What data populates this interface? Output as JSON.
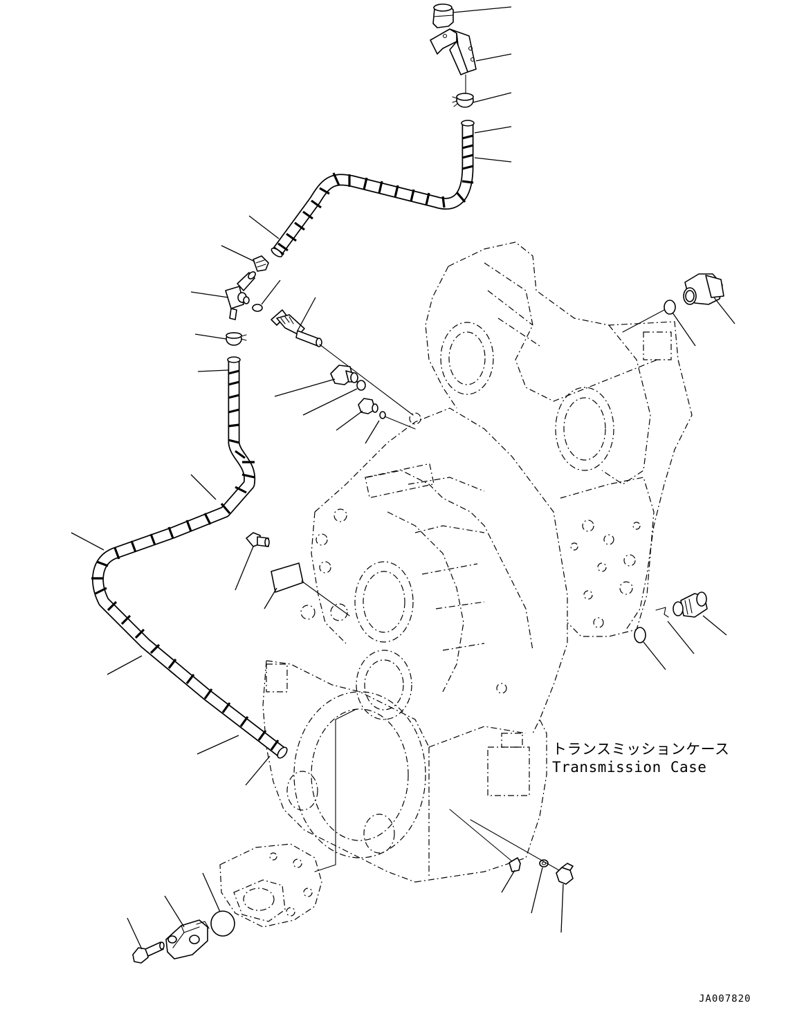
{
  "labels": {
    "case_jp": "トランスミッションケース",
    "case_en": "Transmission Case",
    "drawing_code": "JA007820"
  },
  "colors": {
    "line": "#000000",
    "background": "#ffffff"
  }
}
